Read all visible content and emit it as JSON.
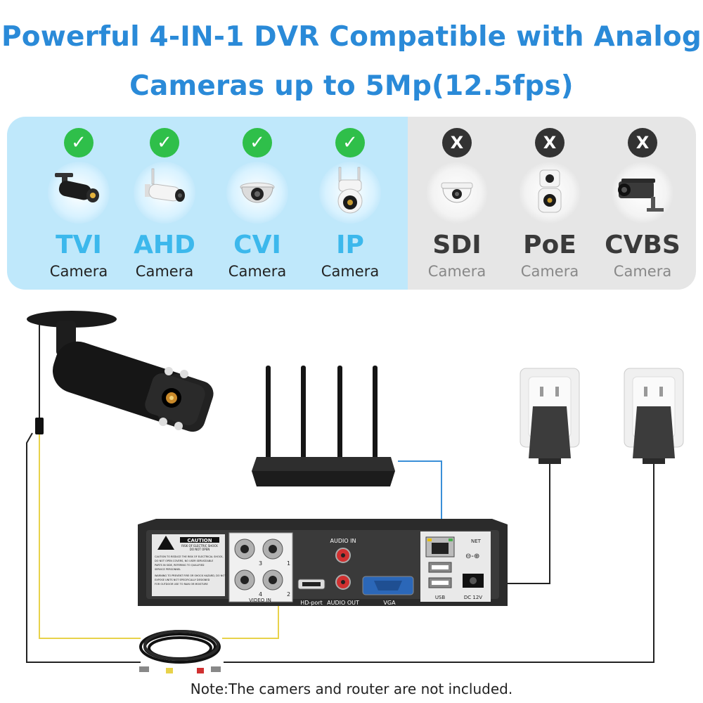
{
  "headline": {
    "line1": "Powerful 4-IN-1 DVR Compatible with Analog",
    "line2": "Cameras up to 5Mp(12.5fps)"
  },
  "supported": [
    {
      "name": "TVI",
      "sub": "Camera",
      "icon": "bullet-camera-icon",
      "mark": "check-icon"
    },
    {
      "name": "AHD",
      "sub": "Camera",
      "icon": "wifi-bullet-camera-icon",
      "mark": "check-icon"
    },
    {
      "name": "CVI",
      "sub": "Camera",
      "icon": "dome-camera-icon",
      "mark": "check-icon"
    },
    {
      "name": "IP",
      "sub": "Camera",
      "icon": "ptz-camera-icon",
      "mark": "check-icon"
    }
  ],
  "unsupported": [
    {
      "name": "SDI",
      "sub": "Camera",
      "icon": "dome-camera-icon",
      "mark": "x",
      "mark_text": "X"
    },
    {
      "name": "PoE",
      "sub": "Camera",
      "icon": "dual-lens-ptz-camera-icon",
      "mark": "x",
      "mark_text": "X"
    },
    {
      "name": "CVBS",
      "sub": "Camera",
      "icon": "box-camera-icon",
      "mark": "x",
      "mark_text": "X"
    }
  ],
  "dvr": {
    "caution_title": "CAUTION",
    "caution_sub1": "RISK OF ELECTRIC SHOCK",
    "caution_sub2": "DO NOT OPEN",
    "warning_lines": [
      "CAUTION TO REDUCE THE RISK OF ELECTRICAL SHOCK,",
      "DO NOT OPEN COVERS, NO USER SERVICEABLE",
      "PARTS IN SIDE, REFERING TO QUALIFIED",
      "SERVICE PERSONNEL",
      "WARNING TO PREVENT FIRE OR SHOCK HAZARD, DO NOT",
      "EXPOSE UNITS NOT SPECIFICALLY DESIGNED",
      "FOR OUTDOOR USE TO RAIN OR MOISTURE"
    ],
    "port_numbers": [
      "3",
      "1",
      "4",
      "2"
    ],
    "video_in": "VIDEO IN",
    "audio_in": "AUDIO IN",
    "audio_out": "AUDIO OUT",
    "hd_port": "HD-port",
    "vga": "VGA",
    "net": "NET",
    "usb": "USB",
    "dc": "DC 12V"
  },
  "note": "Note:The camers and router are not included.",
  "colors": {
    "headline": "#2a8ad8",
    "supported_panel": "#bfe8fb",
    "unsupported_panel": "#e6e6e6",
    "check": "#2fbf4a",
    "cross": "#333333",
    "supported_text": "#3cb8ec",
    "video_cable": "#e8d24a",
    "network_cable": "#3a8fd8",
    "power_cable": "#222222"
  }
}
